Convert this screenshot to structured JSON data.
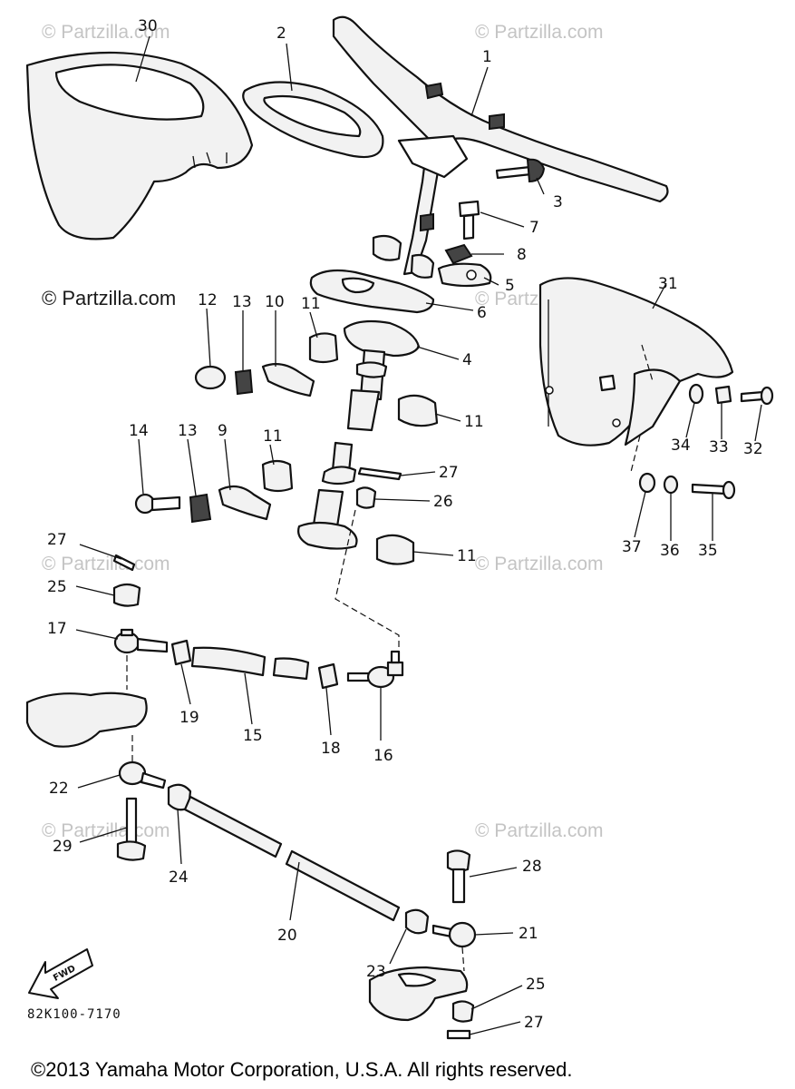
{
  "watermarks": {
    "small": "© Partzilla.com",
    "main": "© Partzilla.com"
  },
  "callouts": {
    "p1": "1",
    "p2": "2",
    "p3": "3",
    "p4": "4",
    "p5": "5",
    "p6": "6",
    "p7": "7",
    "p8": "8",
    "p9": "9",
    "p10": "10",
    "p11a": "11",
    "p11b": "11",
    "p11c": "11",
    "p11d": "11",
    "p12": "12",
    "p13a": "13",
    "p13b": "13",
    "p14": "14",
    "p15": "15",
    "p16": "16",
    "p17": "17",
    "p18": "18",
    "p19": "19",
    "p20": "20",
    "p21": "21",
    "p22": "22",
    "p23": "23",
    "p24": "24",
    "p25a": "25",
    "p25b": "25",
    "p26": "26",
    "p27a": "27",
    "p27b": "27",
    "p27c": "27",
    "p28": "28",
    "p29": "29",
    "p30": "30",
    "p31": "31",
    "p32": "32",
    "p33": "33",
    "p34": "34",
    "p35": "35",
    "p36": "36",
    "p37": "37"
  },
  "fwd_label": "FWD",
  "diagram_code": "82K100-7170",
  "copyright": "©2013 Yamaha Motor Corporation, U.S.A. All rights reserved."
}
